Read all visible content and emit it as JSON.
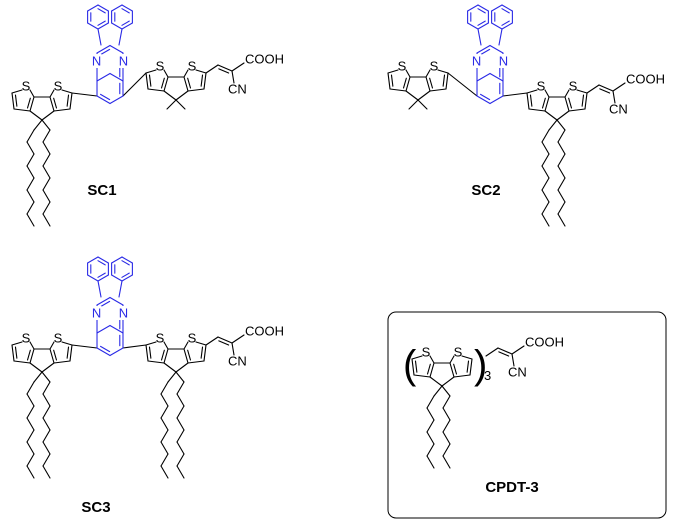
{
  "colors": {
    "core": "#2a2ae6",
    "bond": "#000000",
    "background": "#ffffff"
  },
  "labels": {
    "sulfur": "S",
    "nitrogen": "N",
    "carboxyl": "COOH",
    "cyano": "CN",
    "repeat": "3"
  },
  "compounds": [
    {
      "name": "SC1"
    },
    {
      "name": "SC2"
    },
    {
      "name": "SC3"
    },
    {
      "name": "CPDT-3"
    }
  ]
}
